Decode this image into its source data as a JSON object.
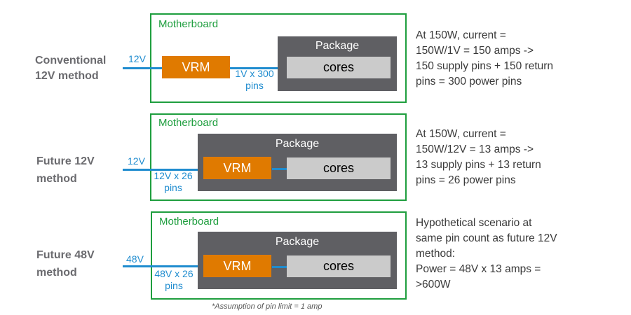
{
  "colors": {
    "motherboard_border": "#1e9e3e",
    "package_fill": "#5f5f63",
    "cores_fill": "#cbcbcb",
    "vrm_fill": "#e07a00",
    "wire": "#1f8ccf"
  },
  "rows": [
    {
      "label": "Conventional\n12V method",
      "motherboard": "Motherboard",
      "input_voltage": "12V",
      "vrm": "VRM",
      "package": "Package",
      "cores": "cores",
      "pins": "1V x 300\npins",
      "note": "At 150W, current =\n150W/1V = 150 amps ->\n150 supply pins + 150 return\npins = 300 power pins"
    },
    {
      "label": "Future 12V\nmethod",
      "motherboard": "Motherboard",
      "input_voltage": "12V",
      "vrm": "VRM",
      "package": "Package",
      "cores": "cores",
      "pins": "12V x 26\npins",
      "note": "At 150W, current =\n150W/12V = 13 amps ->\n13 supply pins + 13 return\npins = 26 power pins"
    },
    {
      "label": "Future 48V\nmethod",
      "motherboard": "Motherboard",
      "input_voltage": "48V",
      "vrm": "VRM",
      "package": "Package",
      "cores": "cores",
      "pins": "48V x 26\npins",
      "note": "Hypothetical scenario at\nsame pin count as future 12V\nmethod:\nPower = 48V x 13 amps =\n>600W"
    }
  ],
  "footnote": "*Assumption of pin limit = 1 amp"
}
